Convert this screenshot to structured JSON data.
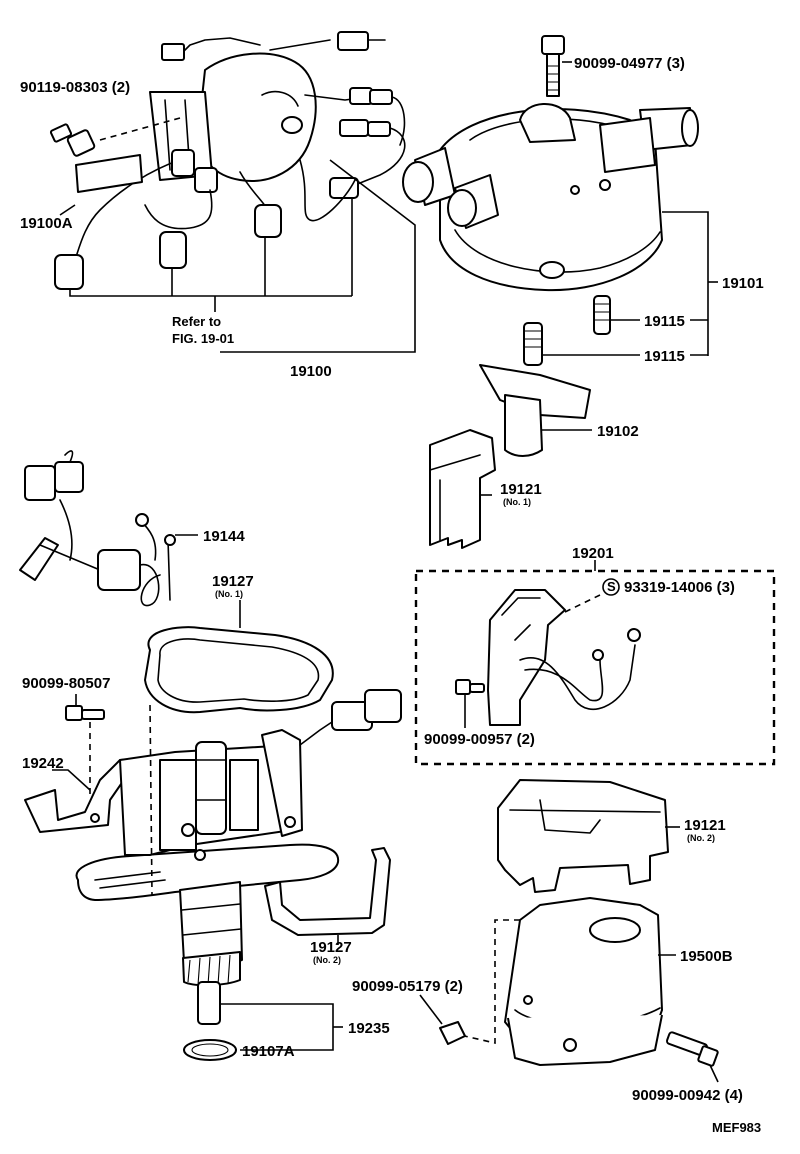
{
  "labels": {
    "p90119_08303": "90119-08303 (2)",
    "p19100A": "19100A",
    "refer_to": "Refer to",
    "fig": "FIG. 19-01",
    "p19100": "19100",
    "p90099_04977": "90099-04977 (3)",
    "p19101": "19101",
    "p19115_a": "19115",
    "p19115_b": "19115",
    "p19102": "19102",
    "p19121_1": "19121",
    "p19121_1_sub": "(No. 1)",
    "p19144": "19144",
    "p19127_1": "19127",
    "p19127_1_sub": "(No. 1)",
    "p19201": "19201",
    "p93319_14006": "93319-14006 (3)",
    "s_symbol": "S",
    "p90099_00957": "90099-00957 (2)",
    "p90099_80507": "90099-80507",
    "p19242": "19242",
    "p19121_2": "19121",
    "p19121_2_sub": "(No. 2)",
    "p19127_2": "19127",
    "p19127_2_sub": "(No. 2)",
    "p19500B": "19500B",
    "p90099_05179": "90099-05179 (2)",
    "p19235": "19235",
    "p19107A": "19107A",
    "p90099_00942": "90099-00942 (4)",
    "code": "MEF983"
  }
}
